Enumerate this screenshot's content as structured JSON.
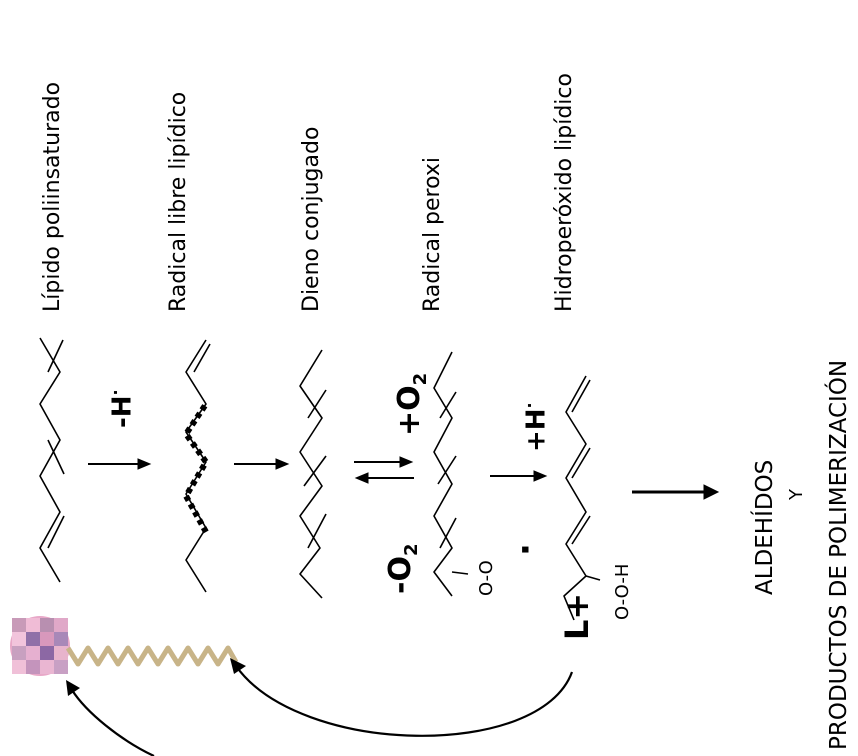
{
  "species": [
    {
      "label": "Lípido poliinsaturado"
    },
    {
      "label": "Radical libre lipídico"
    },
    {
      "label": "Dieno conjugado"
    },
    {
      "label": "Radical peroxi"
    },
    {
      "label": "Hidroperóxido lipídico"
    }
  ],
  "reagents": {
    "minus_h": "-H",
    "plus_o2": "+O",
    "minus_o2": "-O",
    "o2_sub": "2",
    "plus_h": "+H",
    "l_plus": "L+",
    "radical_dot": "·",
    "oo_radical": "O-O",
    "ooh": "O-O-H"
  },
  "products": {
    "line1": "ALDEHÍDOS",
    "line2": "Y",
    "line3": "PRODUCTOS DE POLIMERIZACIÓN"
  },
  "colors": {
    "ink": "#000000",
    "ball_pink": "#e8a8c8",
    "ball_purple": "#9070a8",
    "tail": "#c8b488"
  }
}
